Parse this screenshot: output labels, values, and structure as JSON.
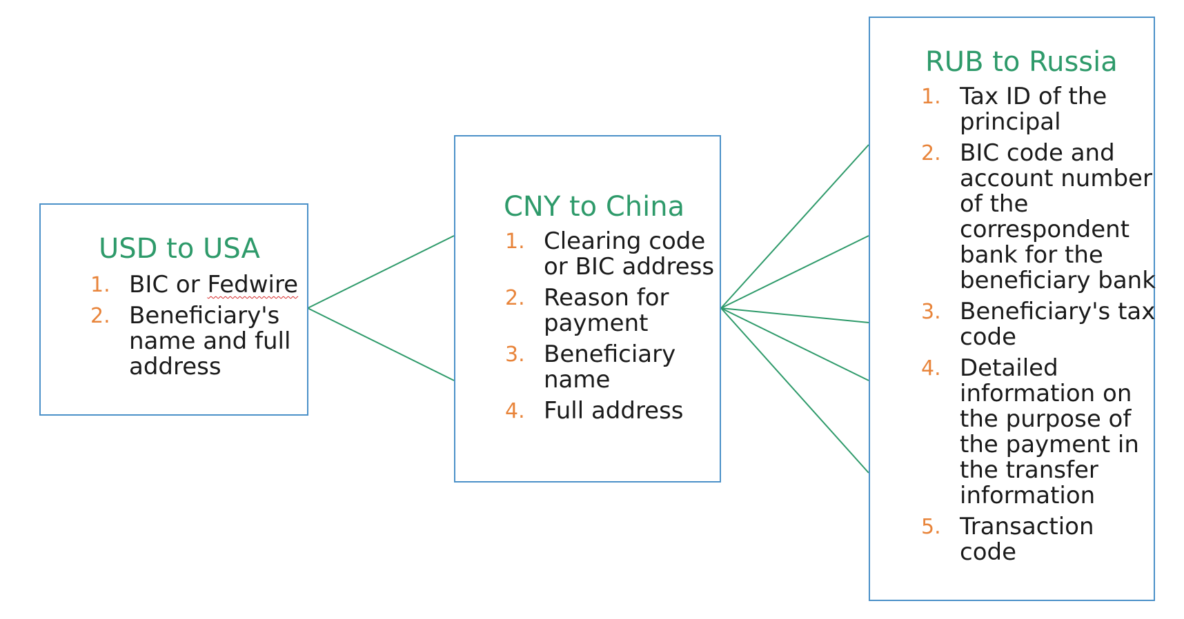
{
  "colors": {
    "box_border": "#4a90c8",
    "title": "#2e9a6a",
    "number": "#e8843a",
    "connector": "#2e9a6a",
    "spellcheck": "#d62828"
  },
  "usa": {
    "title": "USD to USA",
    "items": [
      {
        "num": "1.",
        "pre": "BIC or ",
        "flagged": "Fedwire",
        "post": ""
      },
      {
        "num": "2.",
        "pre": "Beneficiary's name and full address",
        "flagged": "",
        "post": ""
      }
    ]
  },
  "china": {
    "title": "CNY to China",
    "items": [
      {
        "num": "1.",
        "text": "Clearing code or BIC address"
      },
      {
        "num": "2.",
        "text": "Reason for payment"
      },
      {
        "num": "3.",
        "text": "Beneficiary name"
      },
      {
        "num": "4.",
        "text": "Full address"
      }
    ]
  },
  "russia": {
    "title": "RUB to Russia",
    "items": [
      {
        "num": "1.",
        "text": "Tax ID of the principal"
      },
      {
        "num": "2.",
        "text": "BIC code and account number of the correspondent bank for the beneficiary bank"
      },
      {
        "num": "3.",
        "text": "Beneficiary's tax code"
      },
      {
        "num": "4.",
        "text": "Detailed information on the purpose of the payment in the transfer information"
      },
      {
        "num": "5.",
        "text": "Transaction code"
      }
    ]
  }
}
